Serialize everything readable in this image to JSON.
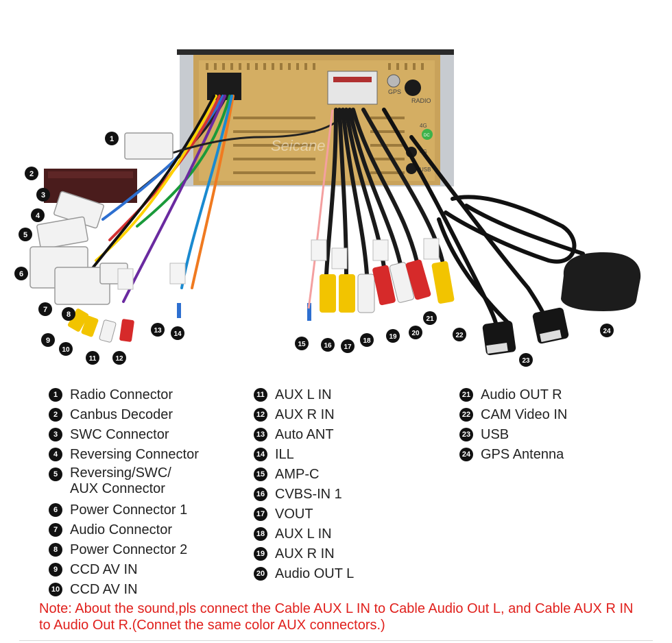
{
  "watermark": "Seicane",
  "unit_labels": {
    "gps": "GPS",
    "radio": "RADIO",
    "led_4g_top": "4G",
    "led_4g_bottom": "4G",
    "usb": "USB",
    "dc": "DC"
  },
  "callouts": [
    "1",
    "2",
    "3",
    "4",
    "5",
    "6",
    "7",
    "8",
    "9",
    "10",
    "11",
    "12",
    "13",
    "14",
    "15",
    "16",
    "17",
    "18",
    "19",
    "20",
    "21",
    "22",
    "23",
    "24"
  ],
  "legend": {
    "col1": [
      {
        "num": "1",
        "label": "Radio Connector"
      },
      {
        "num": "2",
        "label": "Canbus Decoder"
      },
      {
        "num": "3",
        "label": "SWC Connector"
      },
      {
        "num": "4",
        "label": "Reversing Connector"
      },
      {
        "num": "5",
        "label": "Reversing/SWC/\nAUX Connector"
      },
      {
        "num": "6",
        "label": "Power Connector 1"
      },
      {
        "num": "7",
        "label": "Audio Connector"
      },
      {
        "num": "8",
        "label": "Power Connector 2"
      },
      {
        "num": "9",
        "label": "CCD AV IN"
      },
      {
        "num": "10",
        "label": "CCD AV IN"
      }
    ],
    "col2": [
      {
        "num": "11",
        "label": "AUX L IN"
      },
      {
        "num": "12",
        "label": "AUX R IN"
      },
      {
        "num": "13",
        "label": "Auto ANT"
      },
      {
        "num": "14",
        "label": "ILL"
      },
      {
        "num": "15",
        "label": "AMP-C"
      },
      {
        "num": "16",
        "label": "CVBS-IN 1"
      },
      {
        "num": "17",
        "label": "VOUT"
      },
      {
        "num": "18",
        "label": "AUX L IN"
      },
      {
        "num": "19",
        "label": "AUX R IN"
      },
      {
        "num": "20",
        "label": "Audio OUT L"
      }
    ],
    "col3": [
      {
        "num": "21",
        "label": "Audio OUT R"
      },
      {
        "num": "22",
        "label": "CAM Video IN"
      },
      {
        "num": "23",
        "label": "USB"
      },
      {
        "num": "24",
        "label": "GPS Antenna"
      }
    ]
  },
  "note": "Note: About the sound,pls connect the Cable AUX L IN to Cable Audio Out L, and Cable AUX R IN to  Audio Out R.(Connet the same color AUX connectors.)"
}
